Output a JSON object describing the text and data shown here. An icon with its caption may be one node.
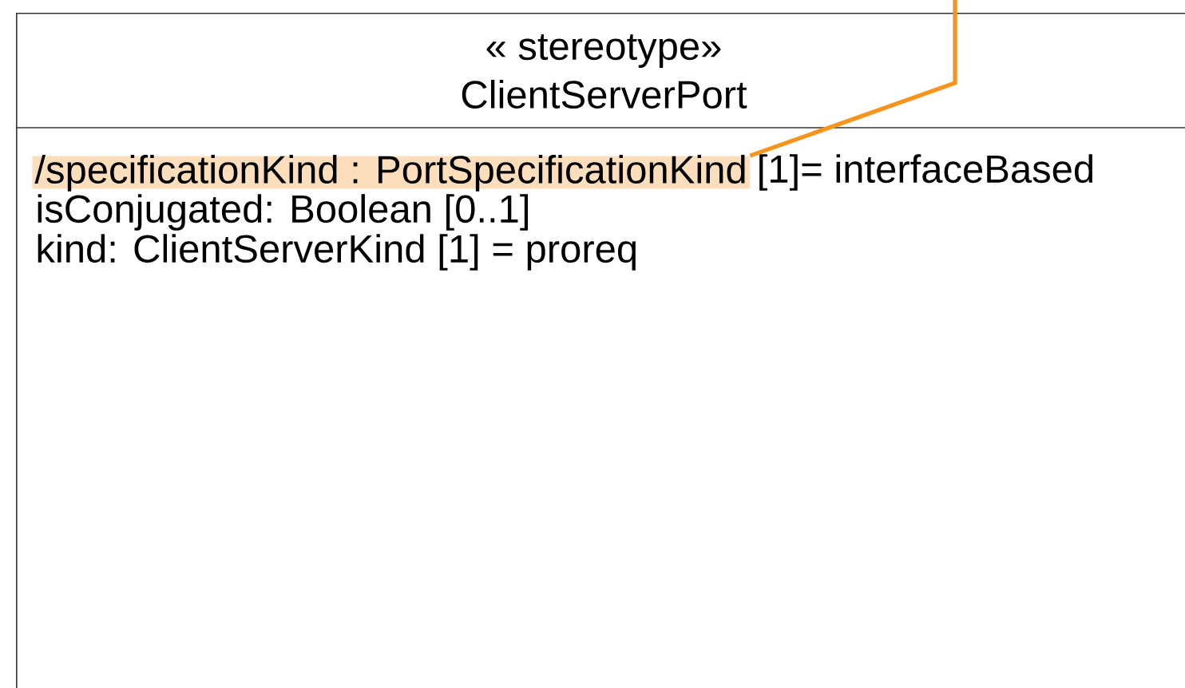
{
  "diagram": {
    "nodes": [
      {
        "text": [
          "« stereotype»",
          "ClientServerPort",
          "isConjugated: Boolean [0..1]",
          "kind: ClientServerKind [1] = proreq"
        ]
      },
      {
        "text": [
          "/specificationKind : PortSpecificationKind"
        ],
        "in": 0,
        "beside": [
          "[1]= interfaceBased"
        ]
      }
    ],
    "edges": [
      {
        "from": null,
        "to": 1,
        "arrow": "none",
        "color": "#f7941d"
      }
    ]
  }
}
